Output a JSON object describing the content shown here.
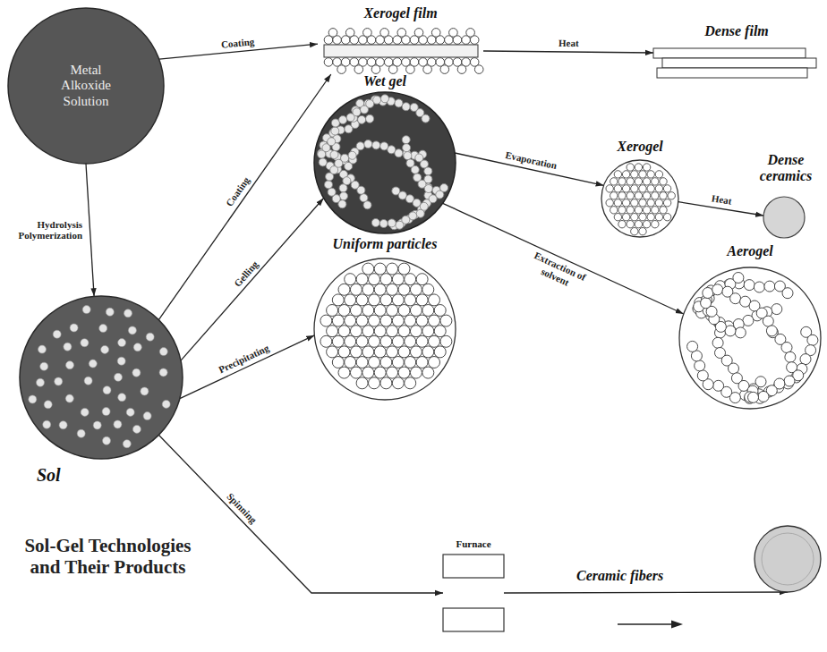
{
  "diagram": {
    "title": "Sol-Gel Technologies and Their Products",
    "nodes": [
      {
        "text": [
          "Metal Alkoxide Solution"
        ]
      },
      {
        "text": [
          "Sol"
        ]
      },
      {
        "text": [
          "Xerogel film"
        ]
      },
      {
        "text": [
          "Dense film"
        ]
      },
      {
        "text": [
          "Wet gel"
        ]
      },
      {
        "text": [
          "Xerogel"
        ]
      },
      {
        "text": [
          "Dense ceramics"
        ]
      },
      {
        "text": [
          "Aerogel"
        ]
      },
      {
        "text": [
          "Uniform particles"
        ]
      },
      {
        "text": [
          "Furnace"
        ]
      },
      {
        "text": [
          "Ceramic fibers"
        ]
      }
    ],
    "edges": [
      {
        "from": 0,
        "to": 1,
        "label": "Hydrolysis Polymerization",
        "arrow": "to"
      },
      {
        "from": 0,
        "to": 2,
        "label": "Coating",
        "arrow": "to"
      },
      {
        "from": 1,
        "to": 2,
        "label": "Coating",
        "arrow": "to"
      },
      {
        "from": 1,
        "to": 4,
        "label": "Gelling",
        "arrow": "to"
      },
      {
        "from": 1,
        "to": 8,
        "label": "Precipitating",
        "arrow": "to"
      },
      {
        "from": 1,
        "to": 9,
        "label": "Spinning",
        "arrow": "to"
      },
      {
        "from": 2,
        "to": 3,
        "label": "Heat",
        "arrow": "to"
      },
      {
        "from": 4,
        "to": 5,
        "label": "Evaporation",
        "arrow": "to"
      },
      {
        "from": 5,
        "to": 6,
        "label": "Heat",
        "arrow": "to"
      },
      {
        "from": 4,
        "to": 7,
        "label": "Extraction of solvent",
        "arrow": "to"
      },
      {
        "from": 9,
        "to": 10,
        "arrow": "to"
      }
    ]
  }
}
